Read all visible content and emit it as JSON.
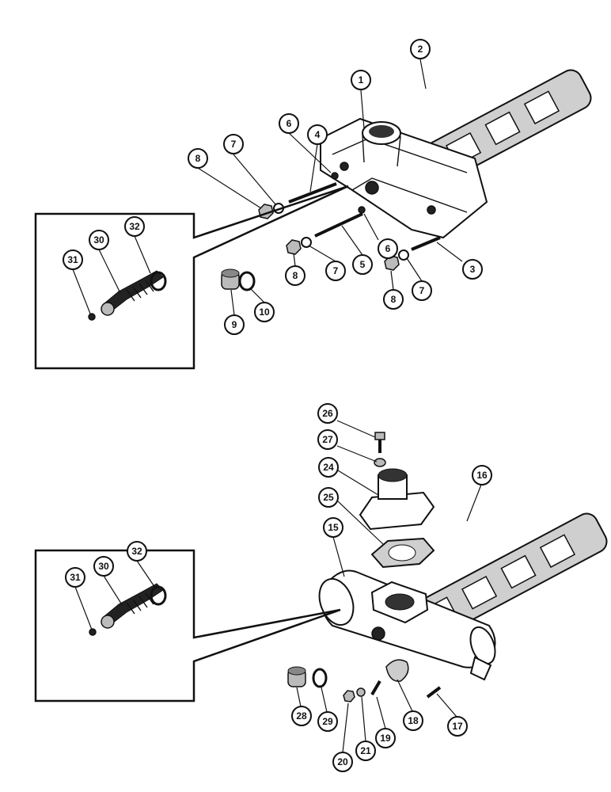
{
  "callouts": {
    "c1": "1",
    "c2": "2",
    "c3": "3",
    "c4": "4",
    "c5": "5",
    "c6a": "6",
    "c6b": "6",
    "c7a": "7",
    "c7b": "7",
    "c7c": "7",
    "c8a": "8",
    "c8b": "8",
    "c8c": "8",
    "c9": "9",
    "c10": "10",
    "c30a": "30",
    "c31a": "31",
    "c32a": "32",
    "c15": "15",
    "c16": "16",
    "c17": "17",
    "c18": "18",
    "c19": "19",
    "c20": "20",
    "c21": "21",
    "c24": "24",
    "c25": "25",
    "c26": "26",
    "c27": "27",
    "c28": "28",
    "c29": "29",
    "c30b": "30",
    "c31b": "31",
    "c32b": "32"
  }
}
